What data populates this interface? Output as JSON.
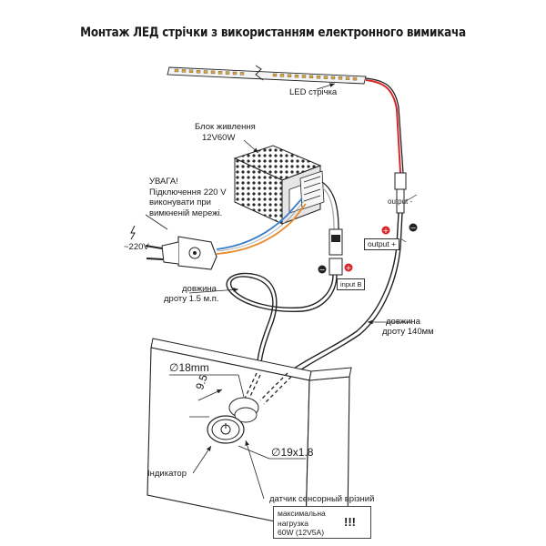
{
  "title": "Монтаж  ЛЕД стрічки з використанням електронного вимикача",
  "labels": {
    "led_strip": "LED стрічка",
    "psu_name": "Блок живлення",
    "psu_rating": "12V60W",
    "warning_line1": "УВАГА!",
    "warning_line2": "Підключення 220 V",
    "warning_line3": "виконувати  при",
    "warning_line4": "вимкненій мережі.",
    "mains_voltage": "~220V",
    "output_minus": "output -",
    "output_plus": "output +",
    "input": "input В",
    "wire1_line1": "довжина",
    "wire1_line2": "дроту 1.5 м.п.",
    "wire2_line1": "довжина",
    "wire2_line2": "дроту 140мм",
    "diameter_outer": "∅18mm",
    "depth": "9.5",
    "diameter_hole": "∅19x1.8",
    "indicator": "Індикатор",
    "sensor": "датчик сенсорный врізний",
    "load_line1": "максимальна",
    "load_line2": "нагрузка",
    "load_line3": "60W (12V5A)",
    "exclamation": "!!!"
  },
  "colors": {
    "red_wire": "#d7272b",
    "blue_wire": "#3a7ec9",
    "orange_wire": "#e58a2a",
    "line": "#222222"
  },
  "icons": [
    "led-strip-icon",
    "power-supply-icon",
    "plug-icon",
    "lightning-icon",
    "switch-module-icon",
    "touch-switch-icon",
    "polarity-plus-icon",
    "polarity-minus-icon"
  ]
}
